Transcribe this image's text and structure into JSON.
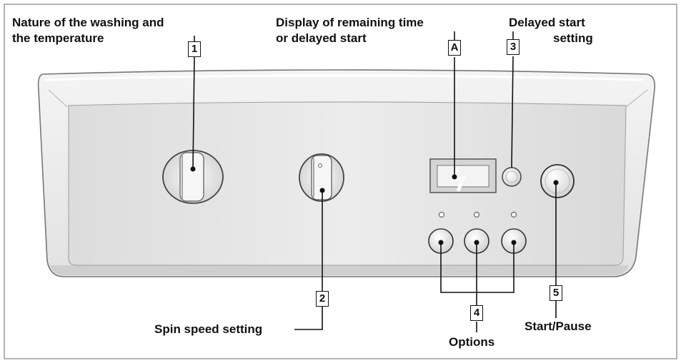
{
  "labels": {
    "washing_line1": "Nature of the washing and",
    "washing_line2": "the temperature",
    "display_line1": "Display of remaining time",
    "display_line2": "or delayed start",
    "delayed_line1": "Delayed start",
    "delayed_line2": "setting",
    "spin": "Spin speed setting",
    "options": "Options",
    "start_pause": "Start/Pause"
  },
  "callouts": {
    "c1": "1",
    "cA": "A",
    "c3": "3",
    "c2": "2",
    "c4": "4",
    "c5": "5"
  }
}
